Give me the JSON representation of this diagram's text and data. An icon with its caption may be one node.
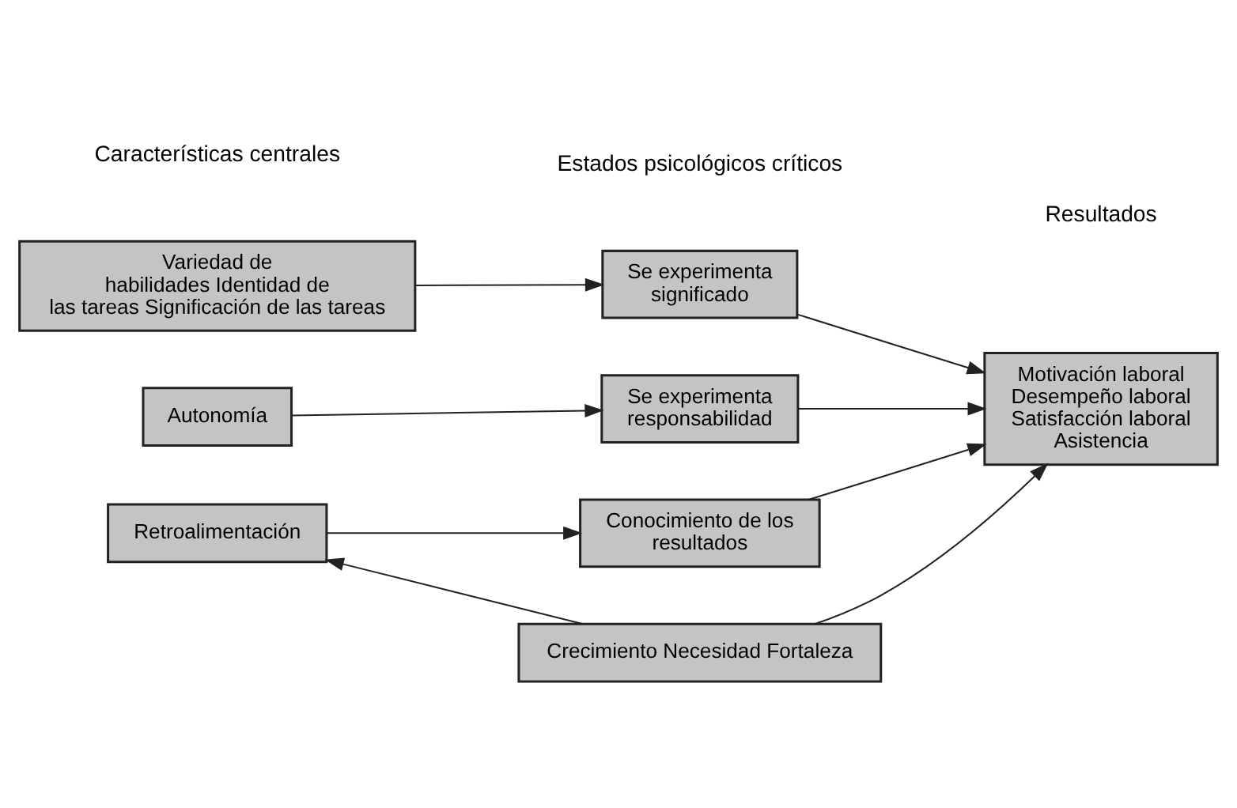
{
  "diagram": {
    "nodes": [
      {
        "text": [
          "Variedad de habilidades Identidad de las tareas Significación de las tareas"
        ]
      },
      {
        "text": [
          "Se experimenta significado"
        ]
      },
      {
        "text": [
          "Autonomía"
        ]
      },
      {
        "text": [
          "Se experimenta responsabilidad"
        ]
      },
      {
        "text": [
          "Retroalimentación"
        ]
      },
      {
        "text": [
          "Conocimiento de los resultados"
        ]
      },
      {
        "text": [
          "Motivación laboral Desempeño laboral Satisfacción laboral Asistencia"
        ]
      },
      {
        "text": [
          "Crecimiento Necesidad Fortaleza"
        ]
      }
    ],
    "edges": [
      {
        "from": 0,
        "to": 1,
        "arrow": "to"
      },
      {
        "from": 2,
        "to": 3,
        "arrow": "to"
      },
      {
        "from": 4,
        "to": 5,
        "arrow": "to"
      },
      {
        "from": 1,
        "to": 6,
        "arrow": "to"
      },
      {
        "from": 3,
        "to": 6,
        "arrow": "to"
      },
      {
        "from": 5,
        "to": 6,
        "arrow": "to"
      },
      {
        "from": 7,
        "to": 4,
        "arrow": "to"
      },
      {
        "from": 7,
        "to": 6,
        "arrow": "to"
      }
    ],
    "labels": [
      "Características centrales",
      "Estados psicológicos críticos",
      "Resultados"
    ]
  }
}
